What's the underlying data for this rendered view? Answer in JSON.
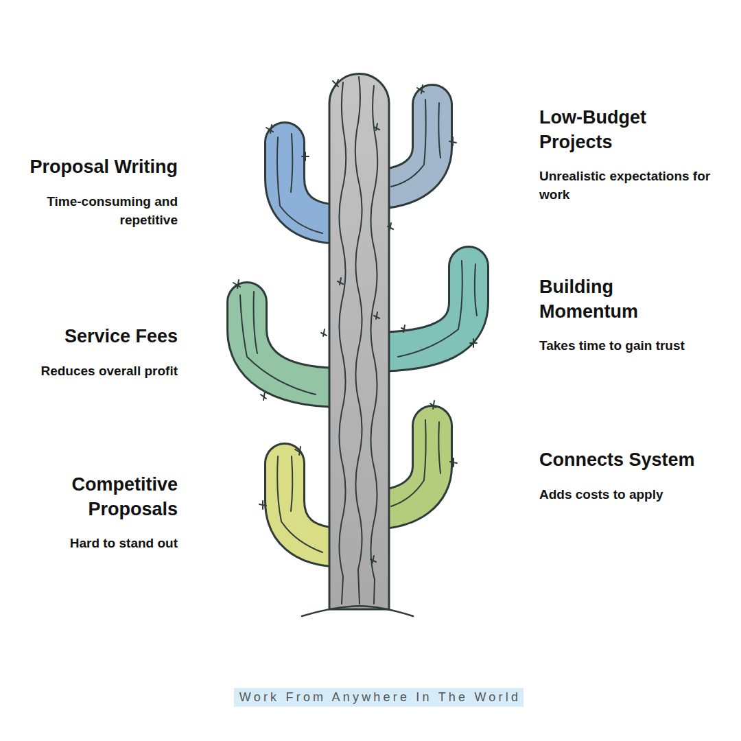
{
  "diagram": {
    "caption": "Work From Anywhere In The World",
    "labels": [
      "Proposal Writing",
      "Time-consuming and repetitive",
      "Low-Budget Projects",
      "Unrealistic expectations for work",
      "Service Fees",
      "Reduces overall profit",
      "Building Momentum",
      "Takes time to gain trust",
      "Competitive Proposals",
      "Hard to stand out",
      "Connects System",
      "Adds costs to apply"
    ]
  }
}
